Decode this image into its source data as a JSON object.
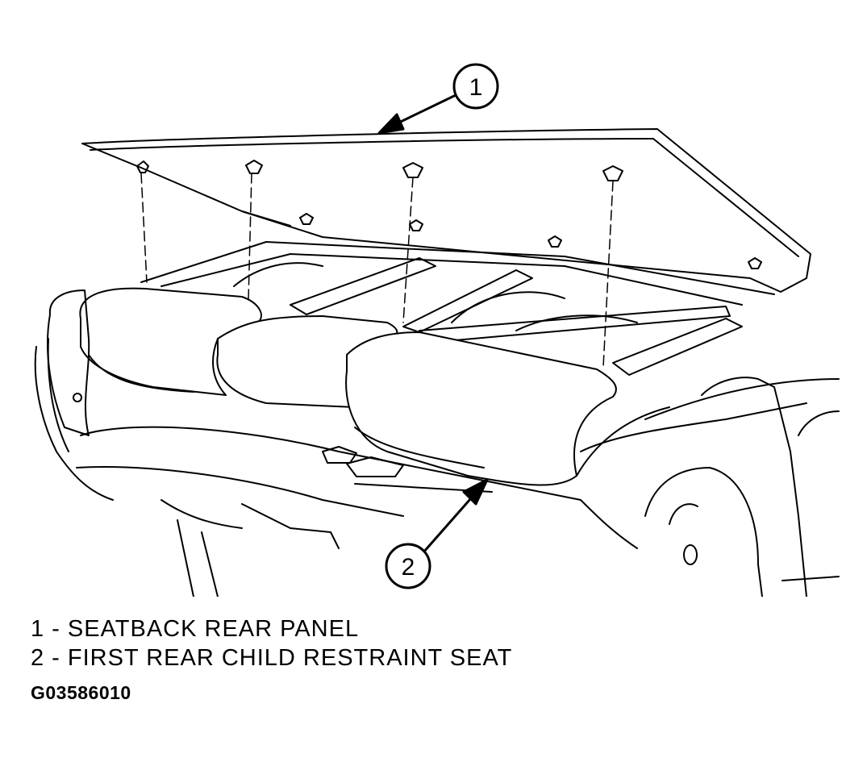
{
  "callouts": [
    {
      "number": "1"
    },
    {
      "number": "2"
    }
  ],
  "legend": [
    {
      "text": "1 - SEATBACK REAR PANEL"
    },
    {
      "text": "2 - FIRST REAR CHILD RESTRAINT SEAT"
    }
  ],
  "figure_id": "G03586010"
}
